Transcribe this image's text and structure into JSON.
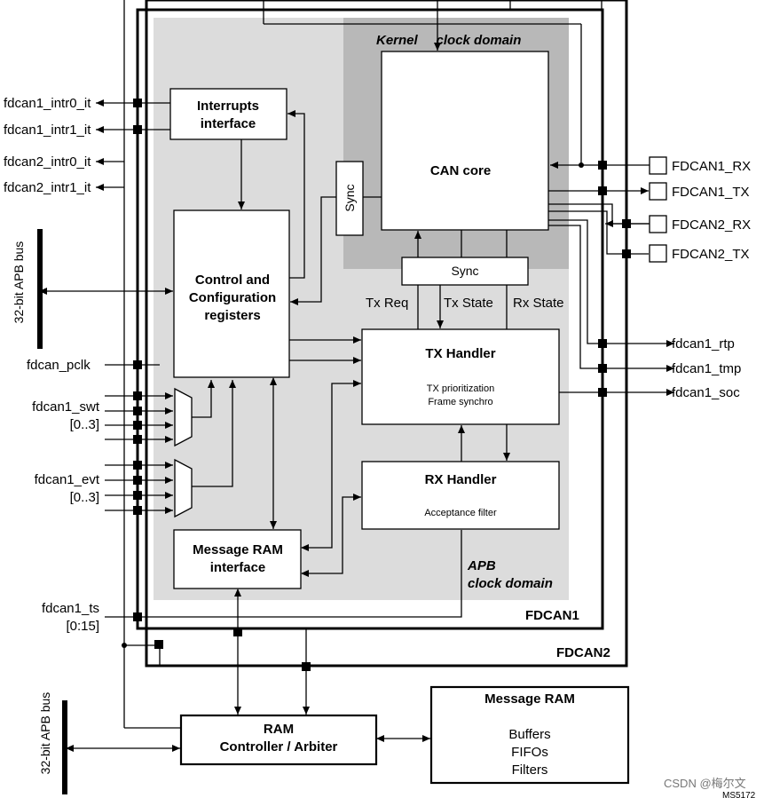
{
  "blocks": {
    "interrupts": [
      "Interrupts",
      "interface"
    ],
    "control": [
      "Control and",
      "Configuration",
      "registers"
    ],
    "msg_ram_if": [
      "Message RAM",
      "interface"
    ],
    "can_core": "CAN core",
    "sync_vertical": "Sync",
    "sync_horizontal": "Sync",
    "tx_handler": {
      "title": "TX Handler",
      "line1": "TX prioritization",
      "line2": "Frame synchro"
    },
    "rx_handler": {
      "title": "RX Handler",
      "line1": "Acceptance filter"
    },
    "ram_ctrl": [
      "RAM",
      "Controller / Arbiter"
    ],
    "msg_ram": {
      "title": "Message RAM",
      "items": [
        "Buffers",
        "FIFOs",
        "Filters"
      ]
    }
  },
  "domains": {
    "kernel": "Kernel     clock domain",
    "apb": [
      "APB",
      "clock domain"
    ],
    "fdcan1": "FDCAN1",
    "fdcan2": "FDCAN2"
  },
  "signals": {
    "tx_req": "Tx Req",
    "tx_state": "Tx State",
    "rx_state": "Rx State"
  },
  "left_pins": {
    "intr": [
      "fdcan1_intr0_it",
      "fdcan1_intr1_it",
      "fdcan2_intr0_it",
      "fdcan2_intr1_it"
    ],
    "apb_bus_top": "32-bit APB bus",
    "pclk": "fdcan_pclk",
    "swt": [
      "fdcan1_swt",
      "[0..3]"
    ],
    "evt": [
      "fdcan1_evt",
      "[0..3]"
    ],
    "ts": [
      "fdcan1_ts",
      "[0:15]"
    ],
    "apb_bus_bottom": "32-bit APB bus"
  },
  "right_pins": {
    "can": [
      "FDCAN1_RX",
      "FDCAN1_TX",
      "FDCAN2_RX",
      "FDCAN2_TX"
    ],
    "out": [
      "fdcan1_rtp",
      "fdcan1_tmp",
      "fdcan1_soc"
    ]
  },
  "footer": {
    "watermark": "CSDN @梅尔文",
    "code": "MS5172"
  }
}
